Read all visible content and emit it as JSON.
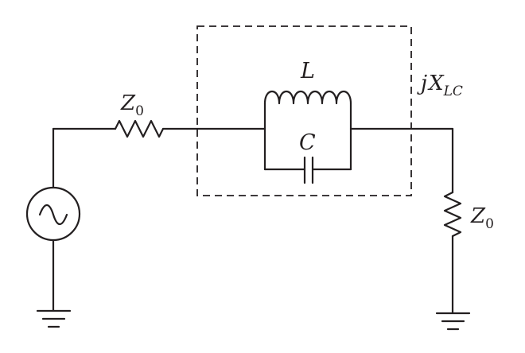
{
  "labels": {
    "source_impedance": {
      "main": "Z",
      "sub": "0"
    },
    "load_impedance": {
      "main": "Z",
      "sub": "0"
    },
    "inductor": "L",
    "capacitor": "C",
    "reactance": {
      "prefix": "j",
      "main": "X",
      "sub": "LC"
    }
  }
}
